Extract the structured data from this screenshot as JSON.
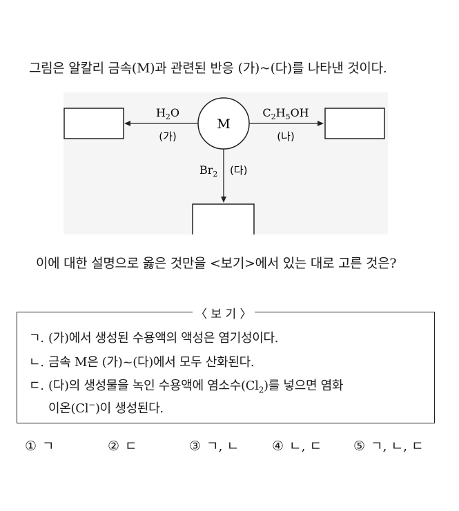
{
  "intro": "그림은 알칼리 금속(M)과 관련된 반응 (가)~(다)를 나타낸 것이다.",
  "diagram": {
    "center_label": "M",
    "left": {
      "reagent_base": "H",
      "reagent_sub": "2",
      "reagent_rest": "O",
      "step": "(가)"
    },
    "right": {
      "reagent_p1": "C",
      "reagent_s1": "2",
      "reagent_p2": "H",
      "reagent_s2": "5",
      "reagent_p3": "OH",
      "step": "(나)"
    },
    "down": {
      "reagent_base": "Br",
      "reagent_sub": "2",
      "step": "(다)"
    }
  },
  "question": "이에 대한 설명으로 옳은 것만을 <보기>에서 있는 대로 고른 것은?",
  "bogi": {
    "title": "〈 보 기 〉",
    "items": [
      {
        "marker": "ㄱ.",
        "text": "(가)에서 생성된 수용액의 액성은 염기성이다."
      },
      {
        "marker": "ㄴ.",
        "text": "금속 M은 (가)~(다)에서 모두 산화된다."
      },
      {
        "marker": "ㄷ.",
        "text_pre": "(다)의 생성물을 녹인 수용액에 염소수(Cl",
        "text_sub": "2",
        "text_post": ")를 넣으면 염화",
        "text_line2_pre": "이온(Cl",
        "text_line2_sup": "−",
        "text_line2_post": ")이 생성된다."
      }
    ]
  },
  "choices": [
    {
      "num": "①",
      "text": "ㄱ"
    },
    {
      "num": "②",
      "text": "ㄷ"
    },
    {
      "num": "③",
      "text": "ㄱ, ㄴ"
    },
    {
      "num": "④",
      "text": "ㄴ, ㄷ"
    },
    {
      "num": "⑤",
      "text": "ㄱ, ㄴ, ㄷ"
    }
  ]
}
